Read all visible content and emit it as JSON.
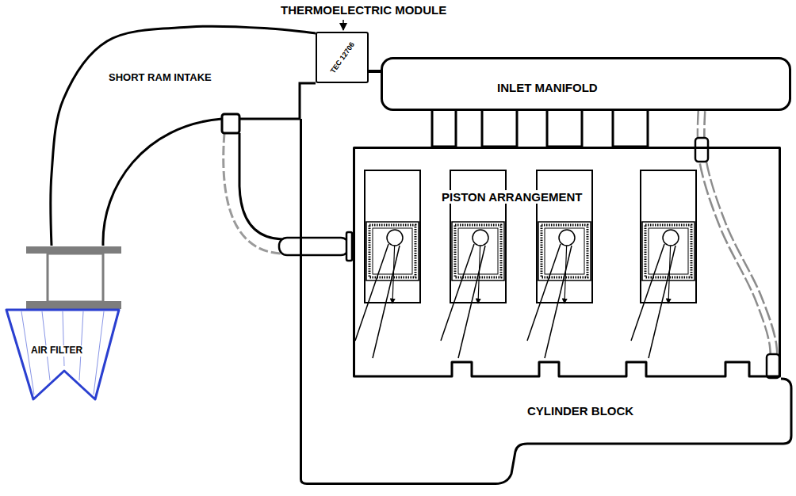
{
  "diagram": {
    "nodes": [
      {
        "text": [
          "TEC 12706"
        ]
      },
      {
        "text": [
          "INLET MANIFOLD"
        ]
      },
      {
        "text": [
          "CYLINDER BLOCK"
        ]
      },
      {
        "text": [
          "PISTON ARRANGEMENT"
        ],
        "in": 2
      },
      {
        "text": [
          "AIR FILTER"
        ]
      }
    ],
    "edges": [
      {
        "from": 4,
        "to": 0,
        "arrow": "none"
      },
      {
        "from": 0,
        "to": 1,
        "arrow": "none"
      },
      {
        "from": 1,
        "to": 3,
        "arrow": "none"
      }
    ],
    "labels": [
      "THERMOELECTRIC MODULE",
      "SHORT RAM INTAKE"
    ]
  }
}
